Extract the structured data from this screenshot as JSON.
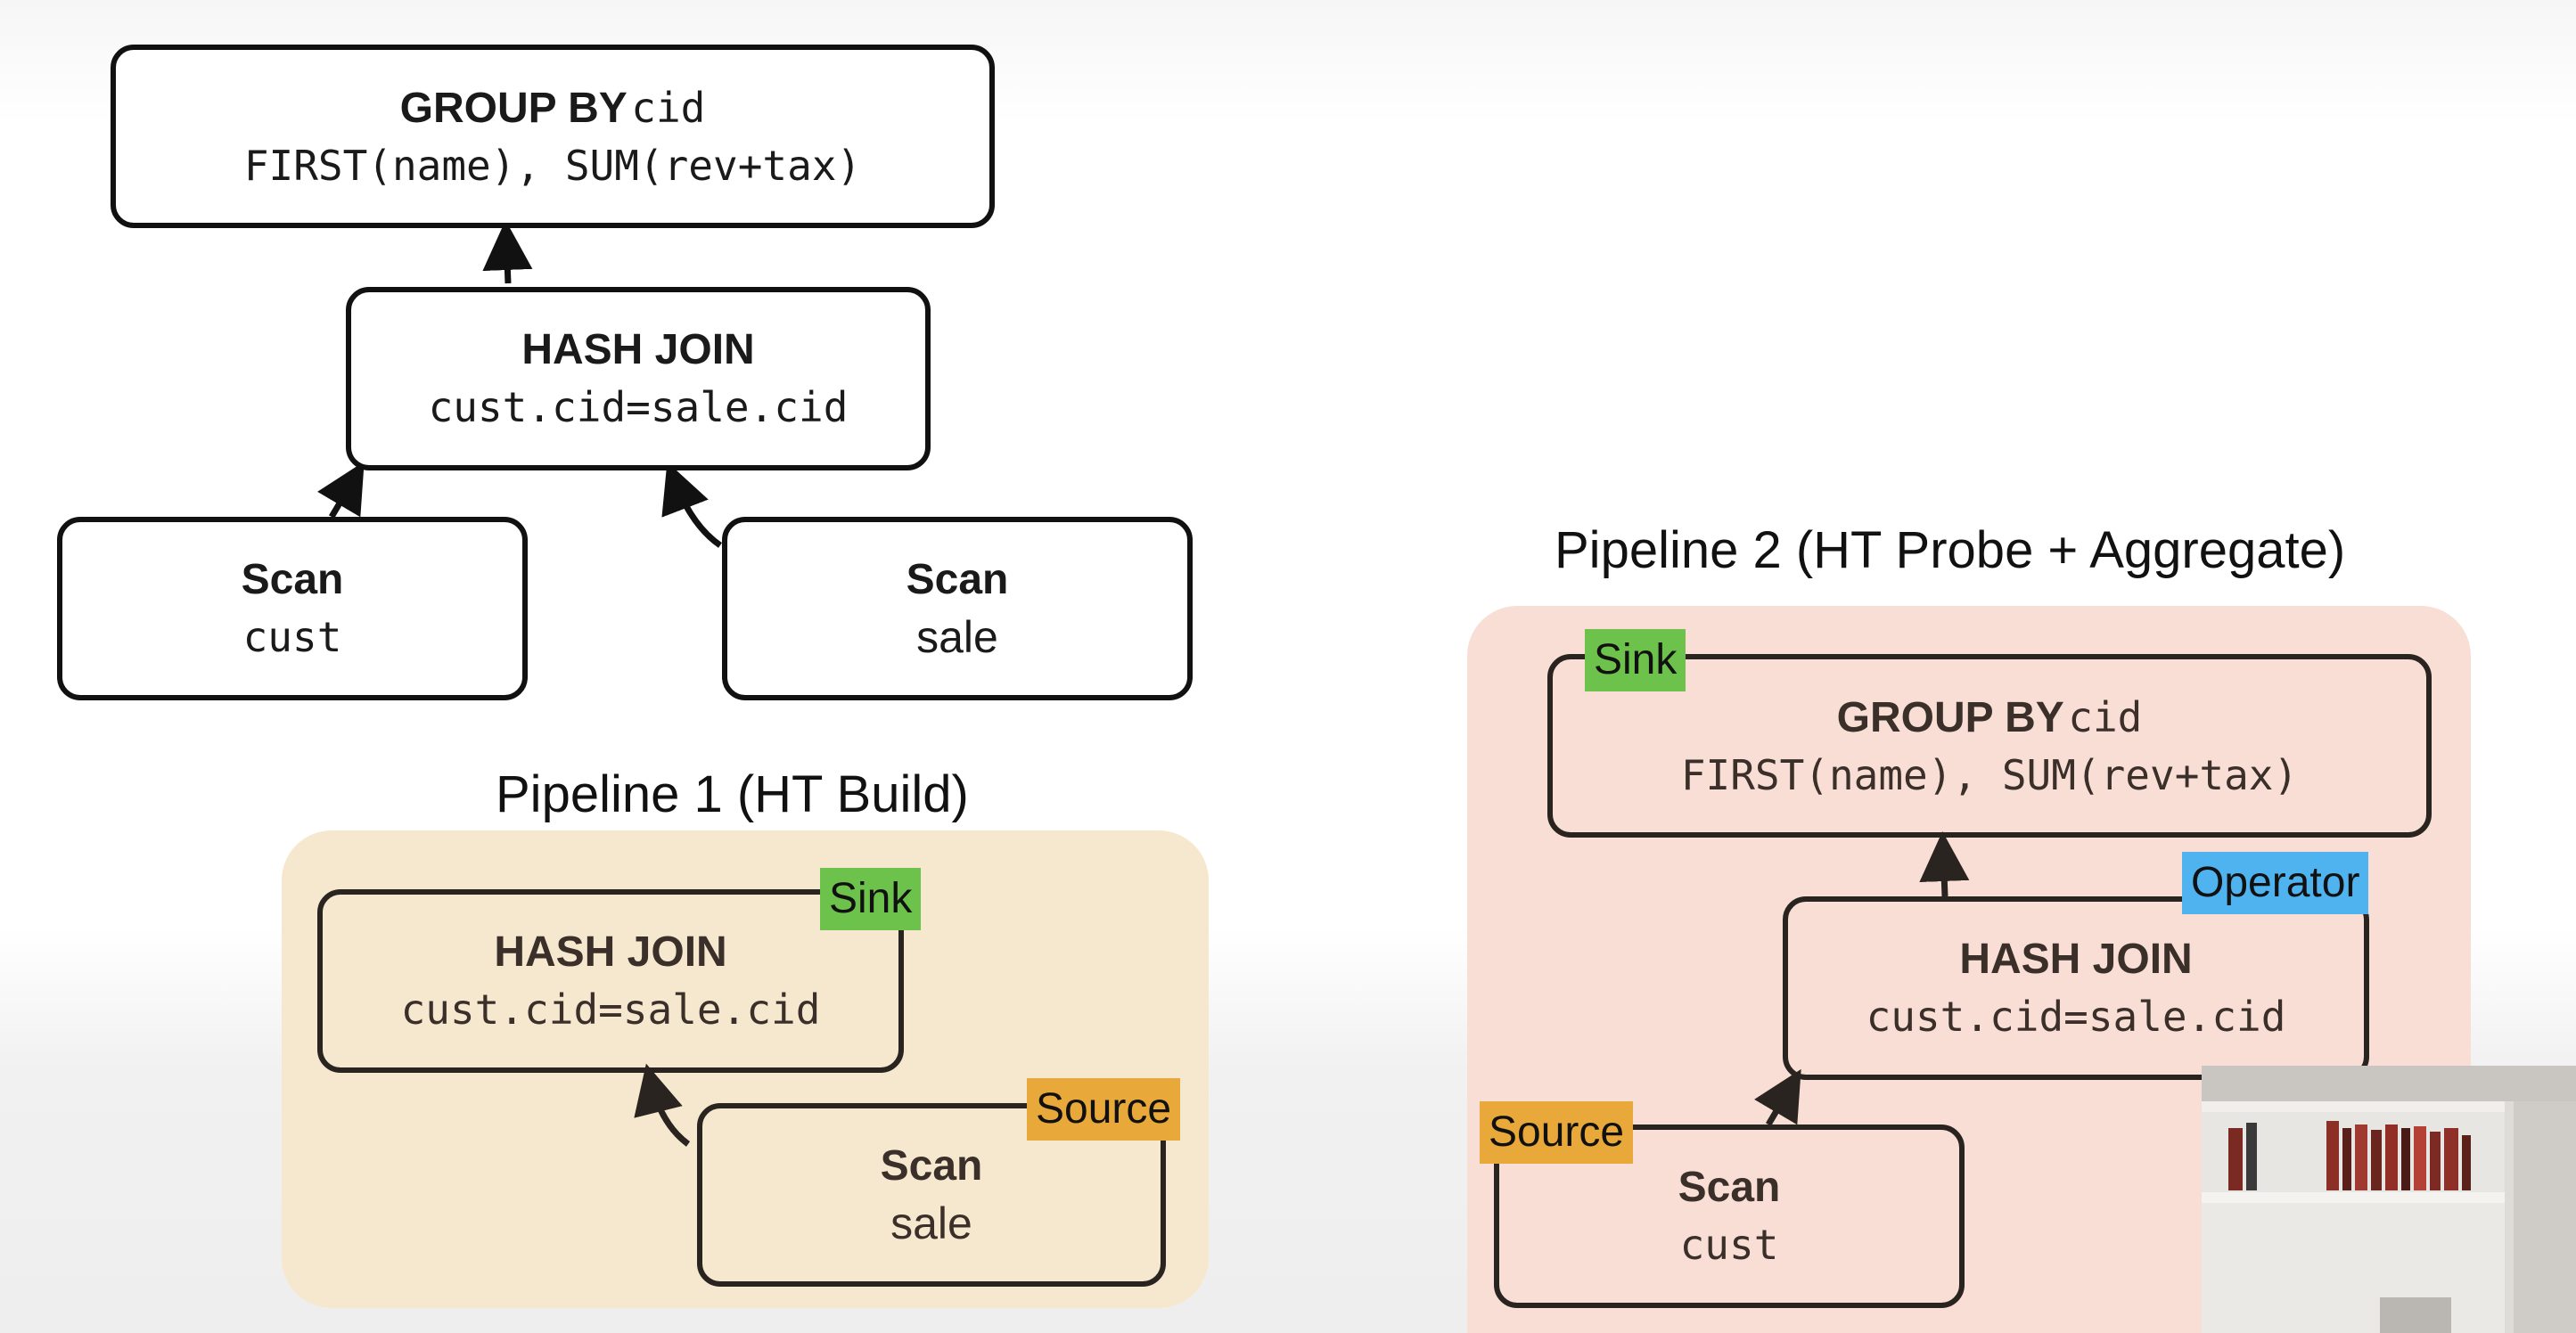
{
  "plan": {
    "group_by": {
      "op": "GROUP BY",
      "key": "cid",
      "agg": "FIRST(name), SUM(rev+tax)"
    },
    "hash_join": {
      "op": "HASH JOIN",
      "cond": "cust.cid=sale.cid"
    },
    "scan_cust": {
      "op": "Scan",
      "table": "cust"
    },
    "scan_sale": {
      "op": "Scan",
      "table": "sale"
    }
  },
  "pipeline1": {
    "title": "Pipeline 1 (HT Build)",
    "color": "#f6e8cf",
    "hash_join": {
      "op": "HASH JOIN",
      "cond": "cust.cid=sale.cid",
      "tag": "Sink"
    },
    "scan": {
      "op": "Scan",
      "table": "sale",
      "tag": "Source"
    }
  },
  "pipeline2": {
    "title": "Pipeline 2 (HT Probe + Aggregate)",
    "color": "#f9ded6",
    "group_by": {
      "op": "GROUP BY",
      "key": "cid",
      "agg": "FIRST(name), SUM(rev+tax)",
      "tag": "Sink"
    },
    "hash_join": {
      "op": "HASH JOIN",
      "cond": "cust.cid=sale.cid",
      "tag": "Operator"
    },
    "scan": {
      "op": "Scan",
      "table": "cust",
      "tag": "Source"
    }
  },
  "tag_colors": {
    "sink": "#6cc24a",
    "source": "#e9a93a",
    "operator": "#4fb3f0"
  }
}
